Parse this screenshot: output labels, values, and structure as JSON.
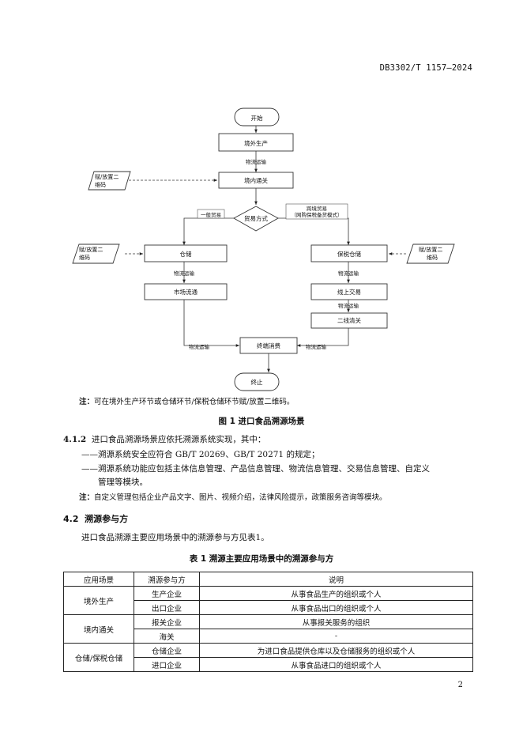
{
  "header": {
    "doc_code": "DB3302/T 1157—2024"
  },
  "flowchart": {
    "start": "开始",
    "overseas_production": "境外生产",
    "logistics_1": "物流运输",
    "domestic_customs": "境内通关",
    "assign_qr_left_1": [
      "赋/放置二",
      "维码"
    ],
    "trade_mode": "贸易方式",
    "general_trade": "一般贸易",
    "cross_border": [
      "跨境贸易",
      "（网购保税备货模式）"
    ],
    "assign_qr_left_2": [
      "赋/放置二",
      "维码"
    ],
    "assign_qr_right": [
      "赋/放置二",
      "维码"
    ],
    "warehouse": "仓储",
    "bonded_warehouse": "保税仓储",
    "logistics_left": "物流运输",
    "logistics_right_1": "物流运输",
    "market_circulation": "市场流通",
    "online_trade": "线上交易",
    "logistics_right_2": "物流运输",
    "second_line_clearance": "二线清关",
    "logistics_bottom_left": "物流运输",
    "logistics_bottom_right": "物流运输",
    "end_consumption": "终端消费",
    "end": "终止"
  },
  "figure": {
    "note_label": "注：",
    "note_text": "可在境外生产环节或仓储环节/保税仓储环节赋/放置二维码。",
    "caption": "图 1    进口食品溯源场景"
  },
  "clause_4_1_2": {
    "number": "4.1.2",
    "text": "进口食品溯源场景应依托溯源系统实现，其中：",
    "items": [
      "——溯源系统安全应符合 GB/T 20269、GB/T 20271 的规定；",
      "——溯源系统功能应包括主体信息管理、产品信息管理、物流信息管理、交易信息管理、自定义",
      "管理等模块。"
    ],
    "note_label": "注：",
    "note_text": "自定义管理包括企业产品文字、图片、视频介绍，法律风险提示，政策服务咨询等模块。"
  },
  "section_4_2": {
    "number": "4.2",
    "title": "溯源参与方",
    "text": "进口食品溯源主要应用场景中的溯源参与方见表1。"
  },
  "table": {
    "caption": "表 1    溯源主要应用场景中的溯源参与方",
    "headers": [
      "应用场景",
      "溯源参与方",
      "说明"
    ],
    "groups": [
      {
        "scene": "境外生产",
        "rows": [
          {
            "party": "生产企业",
            "desc": "从事食品生产的组织或个人"
          },
          {
            "party": "出口企业",
            "desc": "从事食品出口的组织或个人"
          }
        ]
      },
      {
        "scene": "境内通关",
        "rows": [
          {
            "party": "报关企业",
            "desc": "从事报关服务的组织"
          },
          {
            "party": "海关",
            "desc": "-"
          }
        ]
      },
      {
        "scene": "仓储/保税仓储",
        "rows": [
          {
            "party": "仓储企业",
            "desc": "为进口食品提供仓库以及仓储服务的组织或个人"
          },
          {
            "party": "进口企业",
            "desc": "从事食品进口的组织或个人"
          }
        ]
      }
    ]
  },
  "page_number": "2"
}
